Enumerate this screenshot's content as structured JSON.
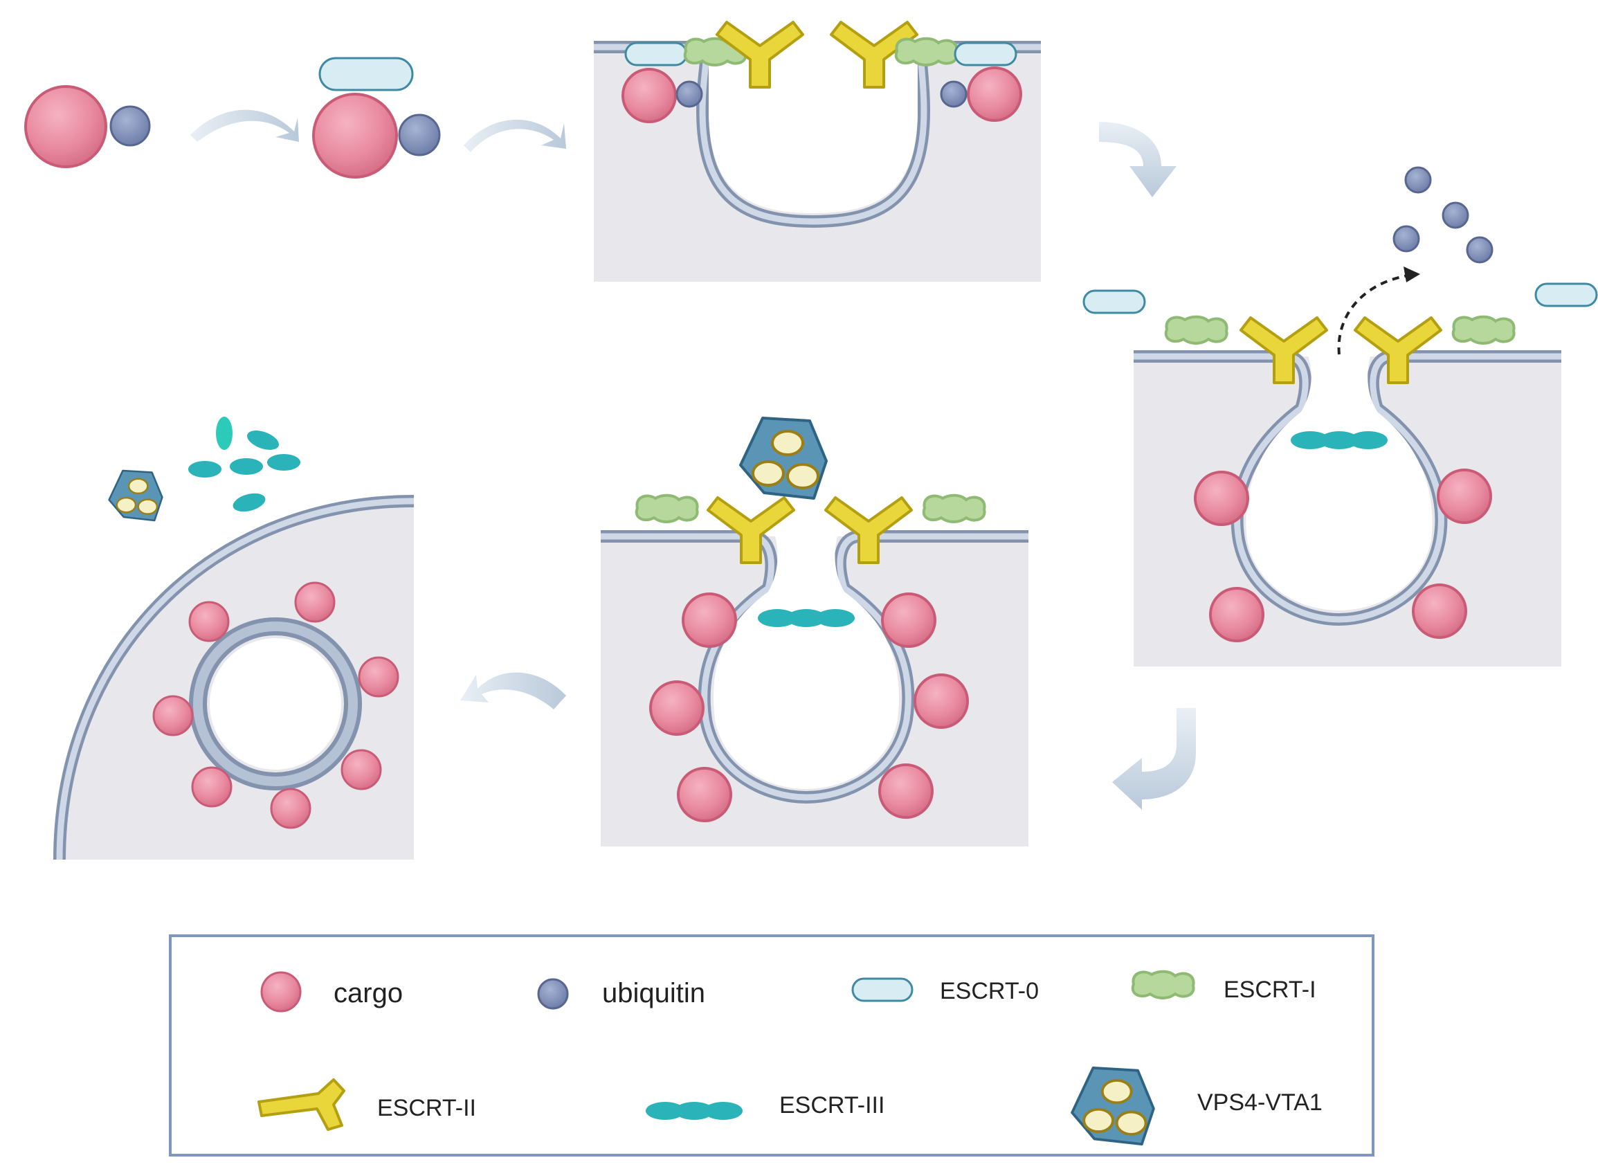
{
  "legend": {
    "cargo": "cargo",
    "ubiquitin": "ubiquitin",
    "escrt0": "ESCRT-0",
    "escrt1": "ESCRT-I",
    "escrt2": "ESCRT-II",
    "escrt3": "ESCRT-III",
    "vps4": "VPS4-VTA1"
  },
  "colors": {
    "cargo": "#e98aa0",
    "ubiquitin": "#7f8fb8",
    "escrt0": "#d7ecf3",
    "escrt1": "#b6d89c",
    "escrt2": "#e8d63a",
    "escrt3": "#2ab3b8",
    "vps4": "#5b95b5",
    "membrane": "#a7b5cb",
    "cytosol": "#e8e8ec",
    "arrow": "#c5d3e1",
    "legend_border": "#7f97bd"
  },
  "icons": [
    "cargo-icon",
    "ubiquitin-icon",
    "escrt-0-icon",
    "escrt-i-icon",
    "escrt-ii-icon",
    "escrt-iii-icon",
    "vps4-vta1-icon",
    "process-arrow-icon"
  ]
}
